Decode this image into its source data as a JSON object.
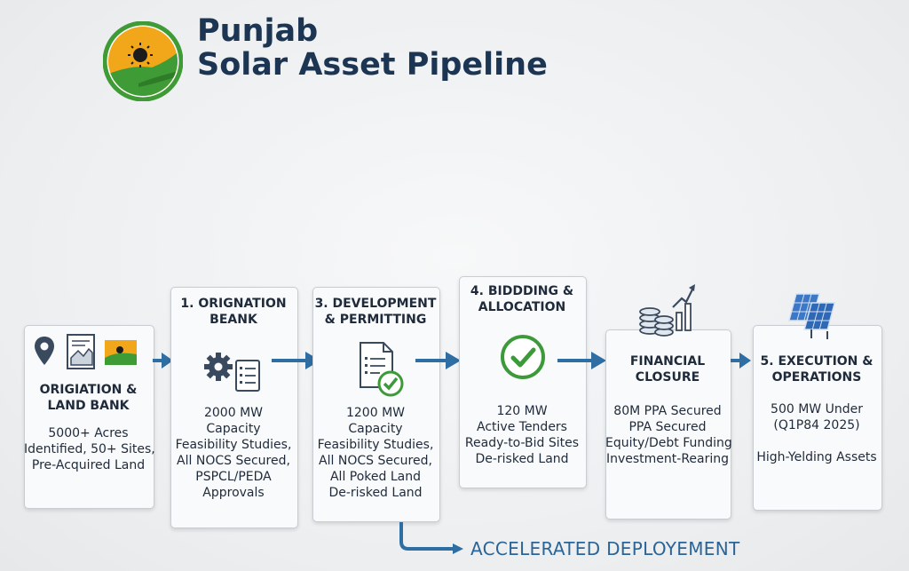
{
  "header": {
    "title_line1": "Punjab",
    "title_line2": "Solar Asset Pipeline"
  },
  "stages": [
    {
      "heading": [
        "ORIGIATION &",
        "LAND BANK"
      ],
      "body": [
        "5000+ Acres",
        "Identified, 50+ Sites,",
        "Pre-Acquired Land"
      ],
      "icons": [
        "map-pin-icon",
        "land-document-icon",
        "landscape-photo-icon"
      ]
    },
    {
      "heading": [
        "1. ORIGNATION",
        "BEANK"
      ],
      "body": [
        "2000 MW",
        "Capacity",
        "Feasibility Studies,",
        "All NOCS Secured,",
        "PSPCL/PEDA",
        "Approvals"
      ],
      "icons": [
        "gear-icon",
        "checklist-icon"
      ]
    },
    {
      "heading": [
        "3. DEVELOPMENT",
        "& PERMITTING"
      ],
      "body": [
        "1200 MW",
        "Capacity",
        "Feasibility Studies,",
        "All NOCS Secured,",
        "All Poked Land",
        "De-risked Land"
      ],
      "icons": [
        "approved-document-icon"
      ]
    },
    {
      "heading": [
        "4. BIDDDING &",
        "ALLOCATION"
      ],
      "body": [
        "120 MW",
        "Active Tenders",
        "Ready-to-Bid Sites",
        "De-risked Land"
      ],
      "icons": [
        "check-circle-icon"
      ]
    },
    {
      "heading": [
        "FINANCIAL",
        "CLOSURE"
      ],
      "body": [
        "80M PPA Secured",
        "PPA Secured",
        "Equity/Debt Funding",
        "Investment-Rearing"
      ],
      "icons": [
        "coins-growth-icon"
      ]
    },
    {
      "heading": [
        "5. EXECUTION &",
        "OPERATIONS"
      ],
      "body": [
        "500 MW Under",
        "(Q1P84 2025)",
        "",
        "High-Yelding Assets"
      ],
      "icons": [
        "solar-panels-icon"
      ]
    }
  ],
  "footer": {
    "accelerated_label": "ACCELERATED DEPLOYEMENT"
  },
  "colors": {
    "arrow": "#2f6ea3",
    "title": "#1c3553",
    "check_green": "#3d9a3a",
    "logo_orange": "#f2a71b",
    "logo_green": "#3f9b35",
    "accent_text": "#2b6496"
  }
}
